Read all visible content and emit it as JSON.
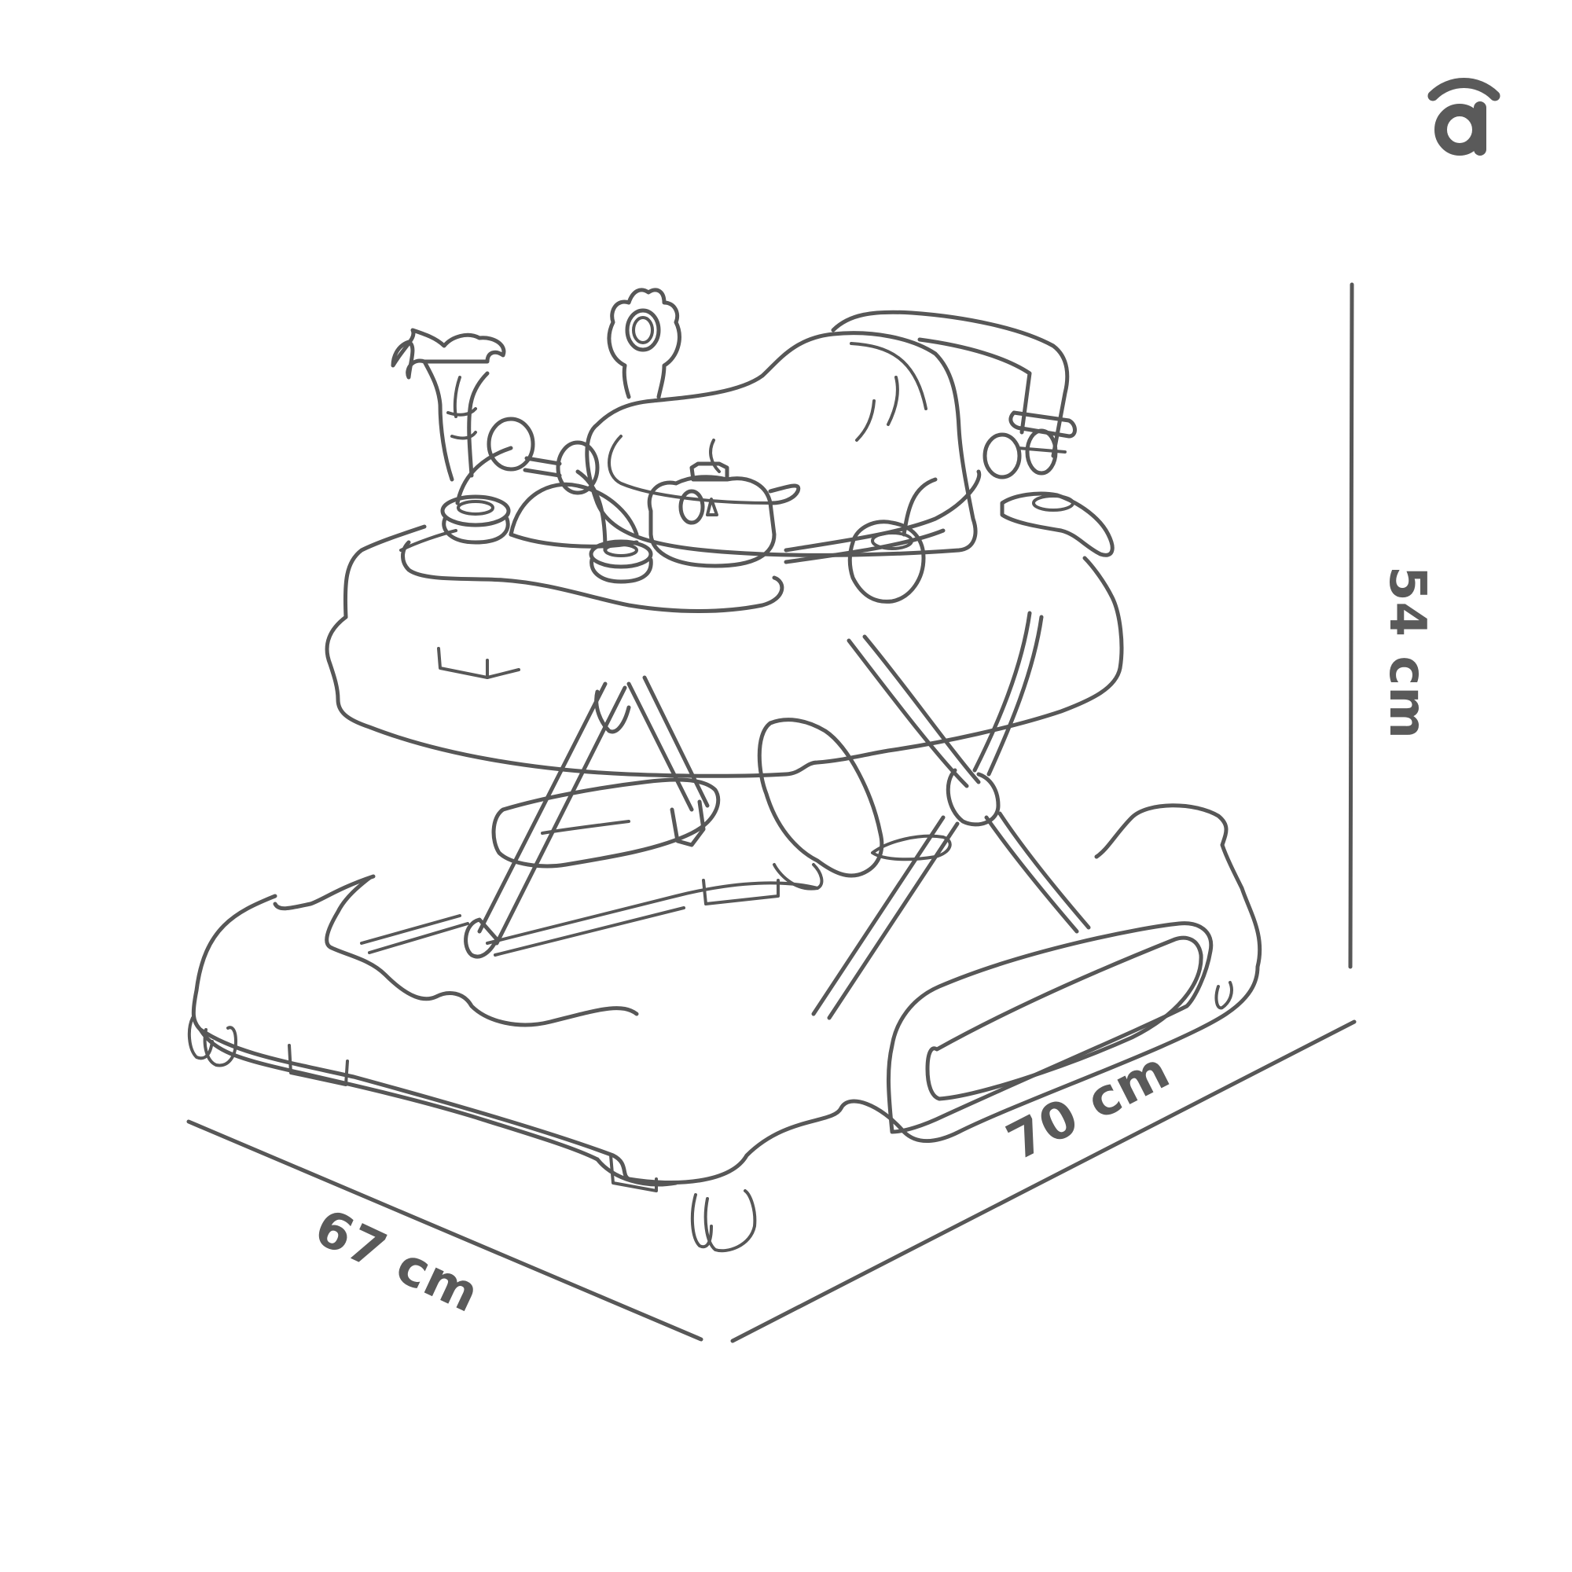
{
  "image": {
    "subject": "baby walker line drawing with dimensions",
    "stroke_color": "#575757",
    "background": "#ffffff"
  },
  "logo": {
    "glyph": "a",
    "icon": "brand-logo-a-with-arc"
  },
  "dimensions": {
    "height": {
      "value": "54",
      "unit": "cm",
      "label": "54 cm"
    },
    "depth": {
      "value": "67",
      "unit": "cm",
      "label": "67 cm"
    },
    "width": {
      "value": "70",
      "unit": "cm",
      "label": "70 cm"
    }
  }
}
